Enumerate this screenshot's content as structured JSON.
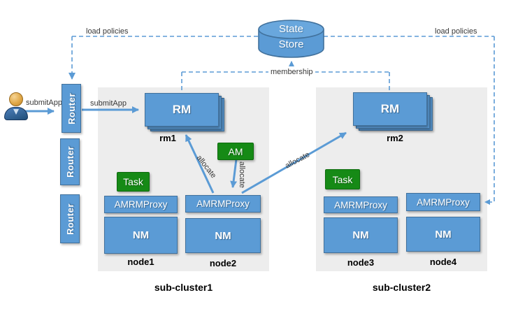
{
  "colors": {
    "box_blue": "#5b9bd5",
    "box_border": "#41719c",
    "green": "#168a16",
    "panel_gray": "#ededed",
    "connector_blue": "#5b9bd5",
    "label_text": "#383838"
  },
  "labels": {
    "load_policies_left": "load policies",
    "load_policies_right": "load policies",
    "membership": "membership",
    "submit_app_user": "submitApp",
    "submit_app_router": "submitApp",
    "allocate_to_rm1": "allocate",
    "allocate_from_am": "allocate",
    "allocate_to_rm2": "allocate"
  },
  "state_store": {
    "line1": "State",
    "line2": "Store"
  },
  "routers": [
    {
      "label": "Router"
    },
    {
      "label": "Router"
    },
    {
      "label": "Router"
    }
  ],
  "am_label": "AM",
  "clusters": [
    {
      "name": "sub-cluster1",
      "rm": {
        "box": "RM",
        "caption": "rm1"
      },
      "task_label": "Task",
      "nodes": [
        {
          "proxy": "AMRMProxy",
          "nm": "NM",
          "caption": "node1"
        },
        {
          "proxy": "AMRMProxy",
          "nm": "NM",
          "caption": "node2"
        }
      ]
    },
    {
      "name": "sub-cluster2",
      "rm": {
        "box": "RM",
        "caption": "rm2"
      },
      "task_label": "Task",
      "nodes": [
        {
          "proxy": "AMRMProxy",
          "nm": "NM",
          "caption": "node3"
        },
        {
          "proxy": "AMRMProxy",
          "nm": "NM",
          "caption": "node4"
        }
      ]
    }
  ]
}
